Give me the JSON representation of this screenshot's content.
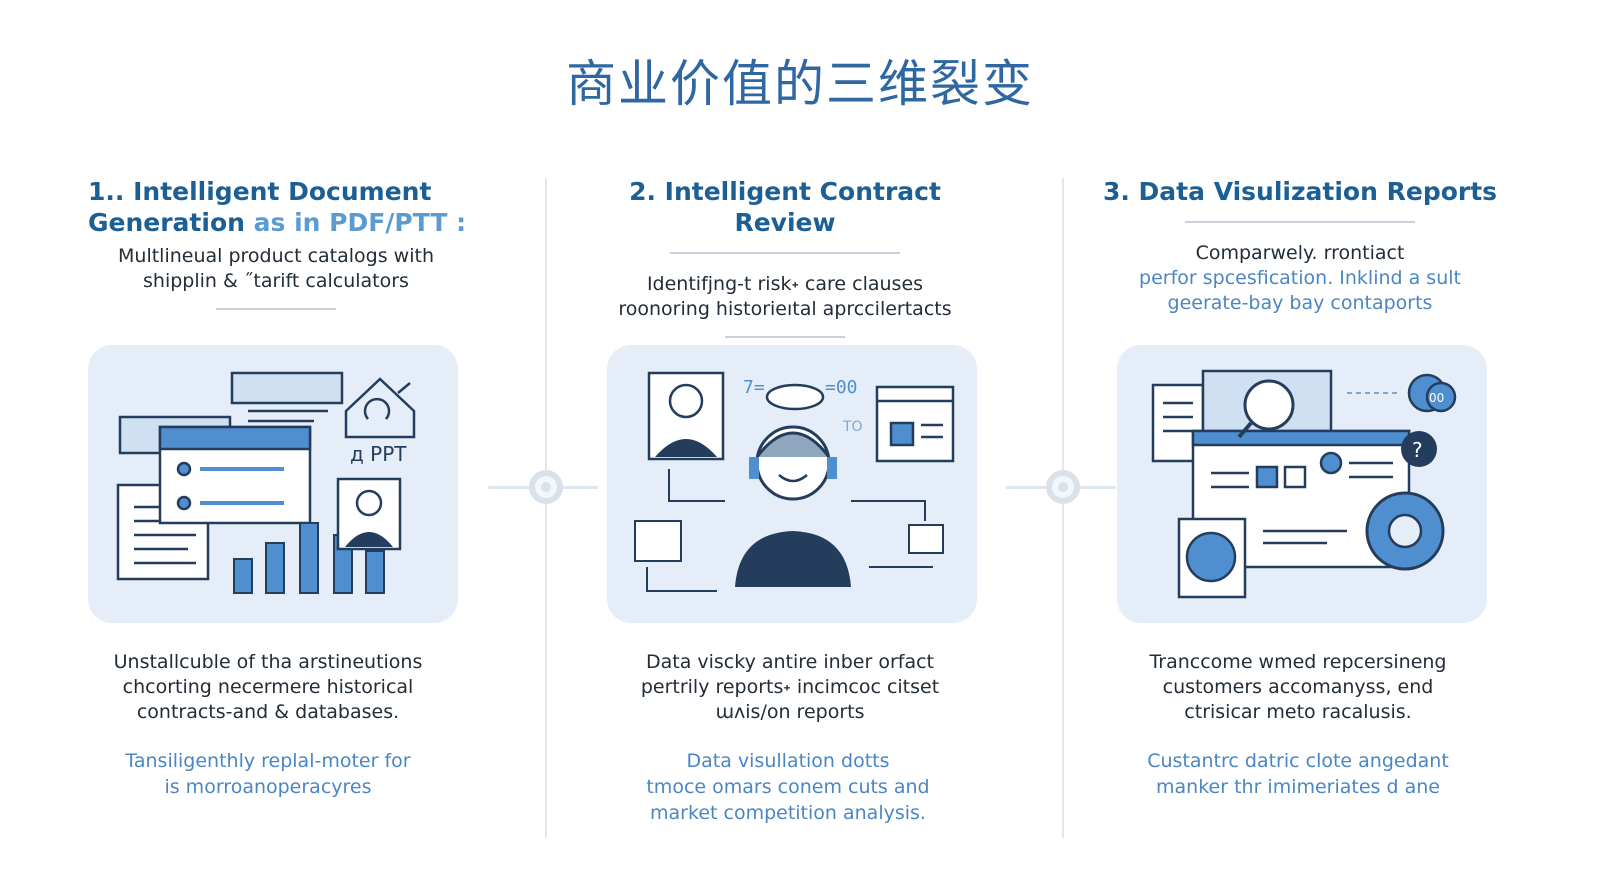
{
  "title": "商业价值的三维裂变",
  "columns": [
    {
      "title_a": "1.. Intelligent Document",
      "title_b": "Generation",
      "title_c": " as in PDF/PTT :",
      "sub_1": "Multlineual product catalogs with",
      "sub_2": "shipplin & ˝tarift calculators",
      "panel_label": "д PPT",
      "desc_1": "Unstallcuble of tha arstineutions",
      "desc_2": "chcorting necermere historical",
      "desc_3": "contracts-and & databases.",
      "note_1": "Tansiligenthly replal-moter for",
      "note_2": "is morroanoperacyres"
    },
    {
      "title_a": "2. Intelligent Contract Review",
      "sub_1": "Identifjng-t risk˖ care clauses",
      "sub_2": "roonoring historieıtal aprccilertacts",
      "panel_label_a": "7=",
      "panel_label_b": "=00",
      "panel_label_c": "TO",
      "desc_1": "Data viscky antire inber orfact",
      "desc_2": "pertrily reports˖ incimcoc citset",
      "desc_3": "ɯʌis/on reports",
      "note_1": "Data visullation dotts",
      "note_2": "tmoce omars conem cuts and",
      "note_3": "market competition analysis."
    },
    {
      "title_a": "3. Data Visulization Reports",
      "sub_1": "Comparwely. rrontiact",
      "sub_2": "perfor spcesfication. Inklind a sult",
      "sub_3": "geerate-bay bay contaports",
      "panel_label": "00",
      "desc_1": "Tranccome wmed repcersineng",
      "desc_2": "customers accomanyss, end",
      "desc_3": "ctrisicar meto racalusis.",
      "note_1": "Custantrc datric clote angedant",
      "note_2": "manker thr imimeriates d ane"
    }
  ],
  "colors": {
    "title": "#2f67a3",
    "heading": "#1c5f94",
    "accent": "#4a86c3",
    "panel": "#e5eef8",
    "icon_blue": "#4f8fd0",
    "icon_dark": "#243d5c"
  },
  "icons": [
    "document-stack-icon",
    "bar-chart-icon",
    "house-recycle-icon",
    "businessman-icon",
    "headset-agent-icon",
    "contract-portrait-icon",
    "browser-chart-icon",
    "dashboard-window-icon",
    "gear-icon",
    "globe-icon",
    "help-icon"
  ]
}
